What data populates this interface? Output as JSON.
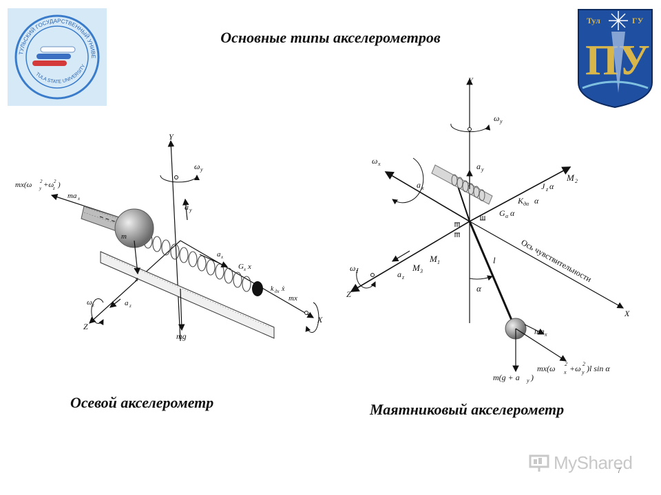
{
  "slide": {
    "title": "Основные типы акселерометров",
    "page_number": "7"
  },
  "captions": {
    "left": "Осевой акселерометр",
    "right": "Маятниковый акселерометр"
  },
  "logos": {
    "left_ring_text": "ТУЛЬСКИЙ ГОСУДАРСТВЕННЫЙ УНИВЕРСИТЕТ",
    "left_ring_text_en": "TULA STATE UNIVERSITY",
    "right_top_left": "Тул",
    "right_top_right": "ГУ",
    "right_letters": "ПУ"
  },
  "watermark": {
    "text": "MyShared"
  },
  "axial_diagram": {
    "labels": {
      "Y": "Y",
      "omega_y": "ω",
      "omega_y_sub": "y",
      "a_y": "a",
      "a_y_sub": "y",
      "mx_top": "mx(ω",
      "mx_top_rest": "+ω",
      "mx_top_end": ")",
      "ma_x": "ma",
      "ma_x_sub": "x",
      "m": "m",
      "a_x": "a",
      "a_x_sub": "x",
      "Gx": "G",
      "Gx_sub": "x",
      "Gx_x": "x",
      "kdx": "k",
      "kdx_sub": "дx",
      "kdx_x": "ẋ",
      "mx_right": "mx",
      "x_small": "x",
      "omega_z": "ω",
      "omega_z_sub": "z",
      "a_z": "a",
      "a_z_sub": "z",
      "Z": "Z",
      "X": "X",
      "mg": "mg"
    }
  },
  "pendulum_diagram": {
    "labels": {
      "Y": "Y",
      "omega_y": "ω",
      "omega_y_sub": "y",
      "omega_x": "ω",
      "omega_x_sub": "x",
      "a_y": "a",
      "a_y_sub": "y",
      "a_x": "a",
      "a_x_sub": "x",
      "M2": "M",
      "M2_sub": "2",
      "Jz": "J",
      "Jz_sub": "z",
      "Jz_alpha": "α",
      "Kda": "K",
      "Kda_sub": "дα",
      "Kda_alpha": "α",
      "Ga": "G",
      "Ga_sub": "α",
      "Ga_alpha": "α",
      "sens_axis": "Ось чувствительности",
      "M1": "M",
      "M1_sub": "1",
      "M3": "M",
      "M3_sub": "3",
      "omega_z": "ω",
      "omega_z_sub": "z",
      "a_z": "a",
      "a_z_sub": "z",
      "Z": "Z",
      "l": "l",
      "alpha": "α",
      "X": "X",
      "ma_x": "ma",
      "ma_x_sub": "x",
      "centrifugal": "mx(ω",
      "centrifugal_rest": "+ω",
      "centrifugal_end": ")l sin α",
      "gravity": "m(g + a",
      "gravity_sub": "y",
      "gravity_end": ")"
    }
  },
  "colors": {
    "logo_left_bg": "#d6e9f7",
    "logo_right_bg": "#1f4fa0",
    "logo_right_gold": "#d9b64a",
    "line": "#111111"
  }
}
